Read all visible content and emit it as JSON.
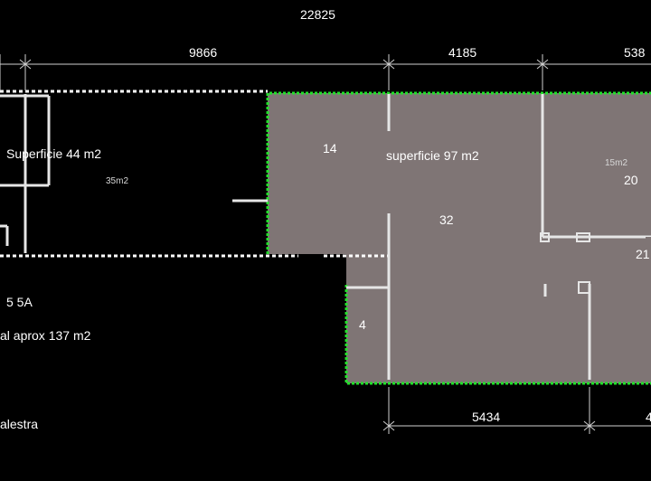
{
  "dimensions": {
    "total": "22825",
    "left_span": "9866",
    "mid_span": "4185",
    "right_span": "538",
    "bottom_mid": "5434",
    "bottom_right": "4"
  },
  "rooms": {
    "left_area": "Superficie 44 m2",
    "left_area_small": "35m2",
    "main_area": "superficie 97 m2",
    "room_14": "14",
    "room_32": "32",
    "room_20": "20",
    "room_20_small": "15m2",
    "room_21": "21",
    "room_4": "4"
  },
  "notes": {
    "line1": "5  5A",
    "line2": "al aprox 137  m2",
    "line3": "alestra"
  },
  "colors": {
    "floor_fill": "#7f7575",
    "outline_green": "#22e02a",
    "wall": "#ffffff",
    "background": "#000000"
  }
}
